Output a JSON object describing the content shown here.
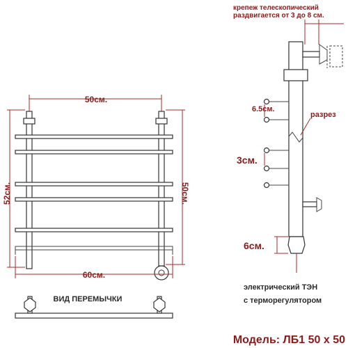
{
  "front_view": {
    "width_top": "50см.",
    "width_bottom": "60см.",
    "height_left": "52см.",
    "height_right": "50см."
  },
  "jumper_view": {
    "title": "ВИД ПЕРЕМЫЧКИ"
  },
  "side_view": {
    "mount_line1": "крепеж телескопический",
    "mount_line2": "раздвигается от 3 до 8 см.",
    "dim_65": "6.5см.",
    "cut_label": "разрез",
    "dim_3": "3см.",
    "dim_6": "6см.",
    "heater_line1": "электрический   ТЭН",
    "heater_line2": "с терморегулятором"
  },
  "model": {
    "label": "Модель: ЛБ1 50 х 50"
  }
}
